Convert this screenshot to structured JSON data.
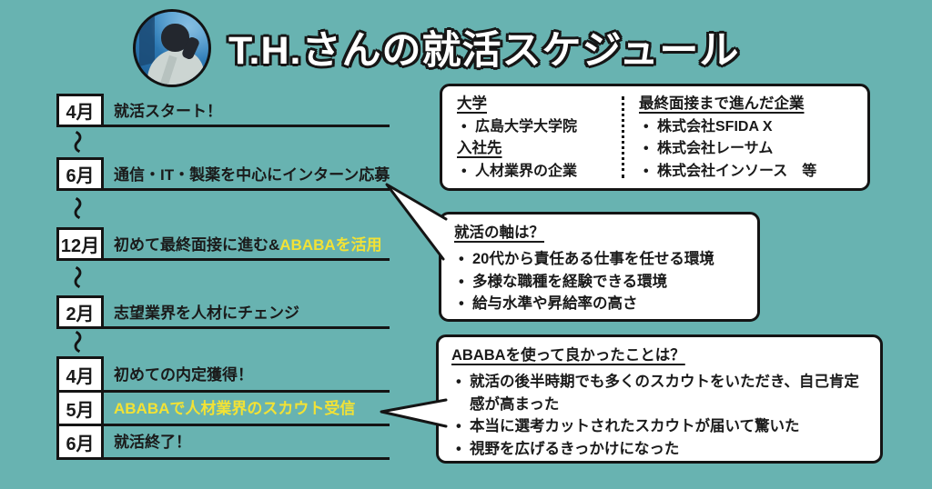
{
  "colors": {
    "background": "#68b3b1",
    "ink": "#1a1a1a",
    "accent_yellow": "#f2e235",
    "panel_white": "#ffffff",
    "avatar_blue": "#2f7db8"
  },
  "header": {
    "title": "T.H.さんの就活スケジュール",
    "avatar": "person-at-aquarium-photo"
  },
  "timeline": {
    "connector": "〜",
    "rows": [
      {
        "month": "4月",
        "parts": [
          {
            "text": "就活スタート！",
            "color": "ink"
          }
        ]
      },
      {
        "month": "6月",
        "parts": [
          {
            "text": "通信・IT・製薬を中心にインターン応募",
            "color": "ink"
          }
        ]
      },
      {
        "month": "12月",
        "parts": [
          {
            "text": "初めて最終面接に進む&",
            "color": "ink"
          },
          {
            "text": "ABABAを活用",
            "color": "yellow"
          }
        ]
      },
      {
        "month": "2月",
        "parts": [
          {
            "text": "志望業界を人材にチェンジ",
            "color": "ink"
          }
        ]
      },
      {
        "month": "4月",
        "parts": [
          {
            "text": "初めての内定獲得！",
            "color": "ink"
          }
        ]
      },
      {
        "month": "5月",
        "parts": [
          {
            "text": "ABABAで人材業界のスカウト受信",
            "color": "yellow"
          }
        ]
      },
      {
        "month": "6月",
        "parts": [
          {
            "text": "就活終了！",
            "color": "ink"
          }
        ]
      }
    ]
  },
  "info_box": {
    "left": [
      {
        "heading": "大学",
        "items": [
          "広島大学大学院"
        ]
      },
      {
        "heading": "入社先",
        "items": [
          "人材業界の企業"
        ]
      }
    ],
    "right": [
      {
        "heading": "最終面接まで進んだ企業",
        "items": [
          "株式会社SFIDA X",
          "株式会社レーサム",
          "株式会社インソース　等"
        ]
      }
    ]
  },
  "bubble_axis": {
    "heading": "就活の軸は？",
    "items": [
      "20代から責任ある仕事を任せる環境",
      "多様な職種を経験できる環境",
      "給与水準や昇給率の高さ"
    ]
  },
  "bubble_ababa": {
    "heading": "ABABAを使って良かったことは？",
    "items": [
      "就活の後半時期でも多くのスカウトをいただき、自己肯定感が高まった",
      "本当に選考カットされたスカウトが届いて驚いた",
      "視野を広げるきっかけになった"
    ]
  }
}
